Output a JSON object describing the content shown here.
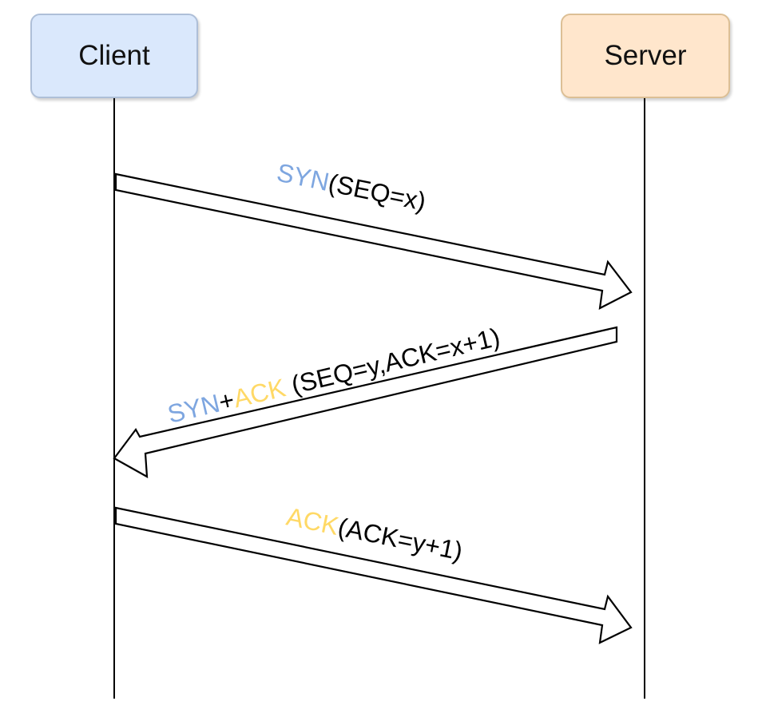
{
  "actors": {
    "client": {
      "label": "Client",
      "fill": "#dae8fc",
      "stroke": "#aebfd8"
    },
    "server": {
      "label": "Server",
      "fill": "#ffe6cc",
      "stroke": "#dcbf95"
    }
  },
  "colors": {
    "syn": "#7ea6e0",
    "ack": "#ffd966",
    "text": "#000000",
    "arrow_stroke": "#000000",
    "arrow_fill": "#ffffff"
  },
  "messages": [
    {
      "direction": "client-to-server",
      "parts": [
        {
          "text": "SYN",
          "color": "syn"
        },
        {
          "text": "(SEQ=x)",
          "color": "text"
        }
      ]
    },
    {
      "direction": "server-to-client",
      "parts": [
        {
          "text": "SYN",
          "color": "syn"
        },
        {
          "text": "+",
          "color": "text"
        },
        {
          "text": "ACK",
          "color": "ack"
        },
        {
          "text": " (SEQ=y,ACK=x+1)",
          "color": "text"
        }
      ]
    },
    {
      "direction": "client-to-server",
      "parts": [
        {
          "text": "ACK",
          "color": "ack"
        },
        {
          "text": "(ACK=y+1)",
          "color": "text"
        }
      ]
    }
  ]
}
